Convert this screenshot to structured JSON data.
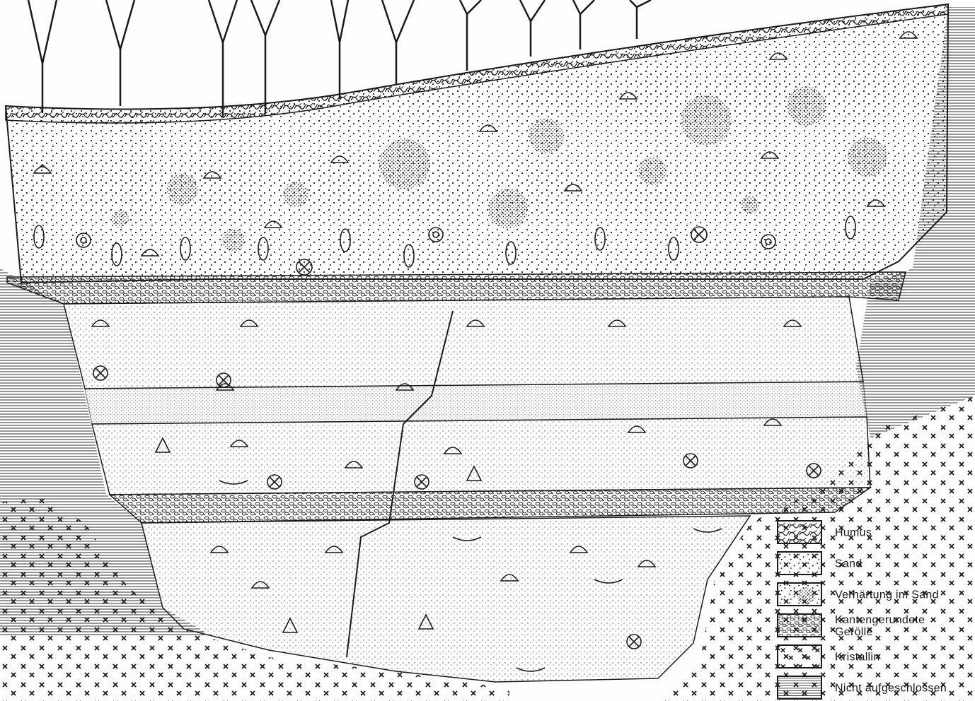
{
  "legend": {
    "items": [
      {
        "key": "humus",
        "label": "Humus",
        "pattern": "humus"
      },
      {
        "key": "sand",
        "label": "Sand",
        "pattern": "sand"
      },
      {
        "key": "verhaertung",
        "label": "Verhärtung im Sand",
        "pattern": "verhaertung"
      },
      {
        "key": "geroelle",
        "label": "Kantengerundete\nGerölle",
        "pattern": "geroelle"
      },
      {
        "key": "kristallin",
        "label": "Kristallin",
        "pattern": "kristallin"
      },
      {
        "key": "nicht",
        "label": "Nicht aufgeschlossen",
        "pattern": "nicht"
      }
    ]
  },
  "colors": {
    "ink": "#1a1a1a",
    "paper": "#fefefe"
  },
  "fossil_symbols": [
    "scallop-shell",
    "snail-spiral",
    "leaf",
    "sea-urchin",
    "shark-tooth",
    "bone-fragment"
  ]
}
